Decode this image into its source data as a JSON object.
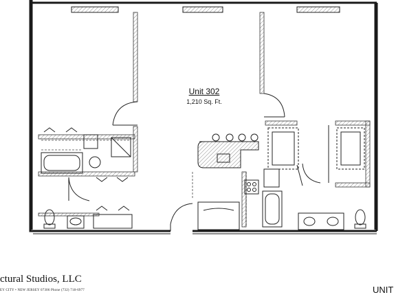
{
  "plan": {
    "unit_label": "Unit 302",
    "area_label": "1,210 Sq. Ft."
  },
  "footer": {
    "company": "ctural Studios, LLC",
    "address": "EY CITY • NEW JERSEY 07306 Phone (732) 718-6977",
    "corner_label": "UNIT"
  },
  "colors": {
    "wall": "#1a1a1a",
    "hatch": "#9a9a9a",
    "line": "#444444"
  }
}
